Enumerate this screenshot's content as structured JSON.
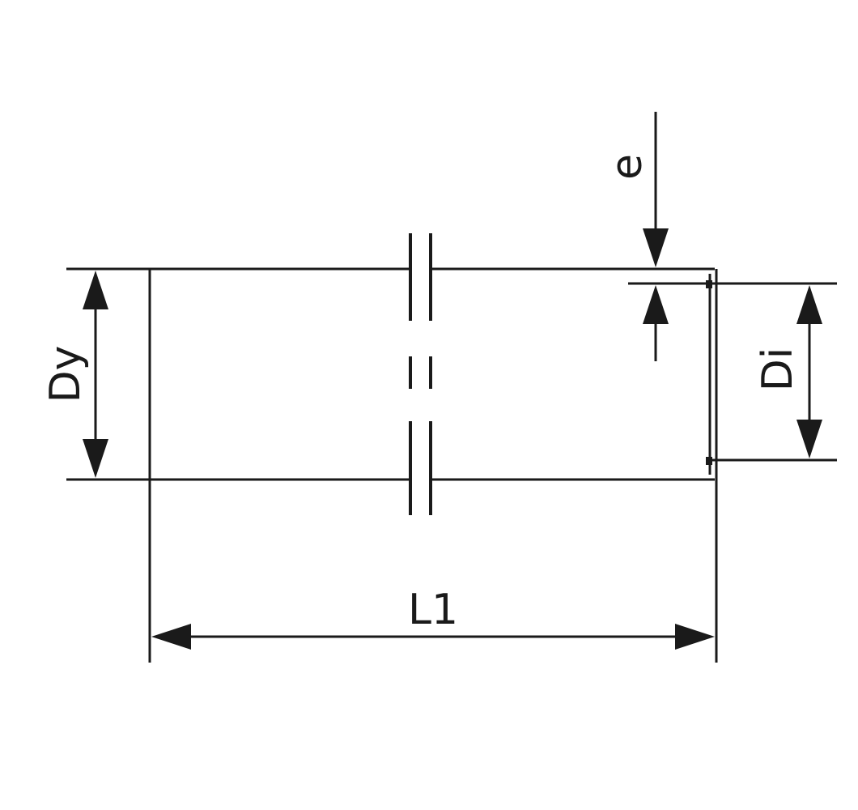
{
  "diagram": {
    "labels": {
      "dy": "Dy",
      "di": "Di",
      "e": "e",
      "l1": "L1"
    },
    "stroke_color": "#1a1a1a",
    "background": "#ffffff"
  }
}
